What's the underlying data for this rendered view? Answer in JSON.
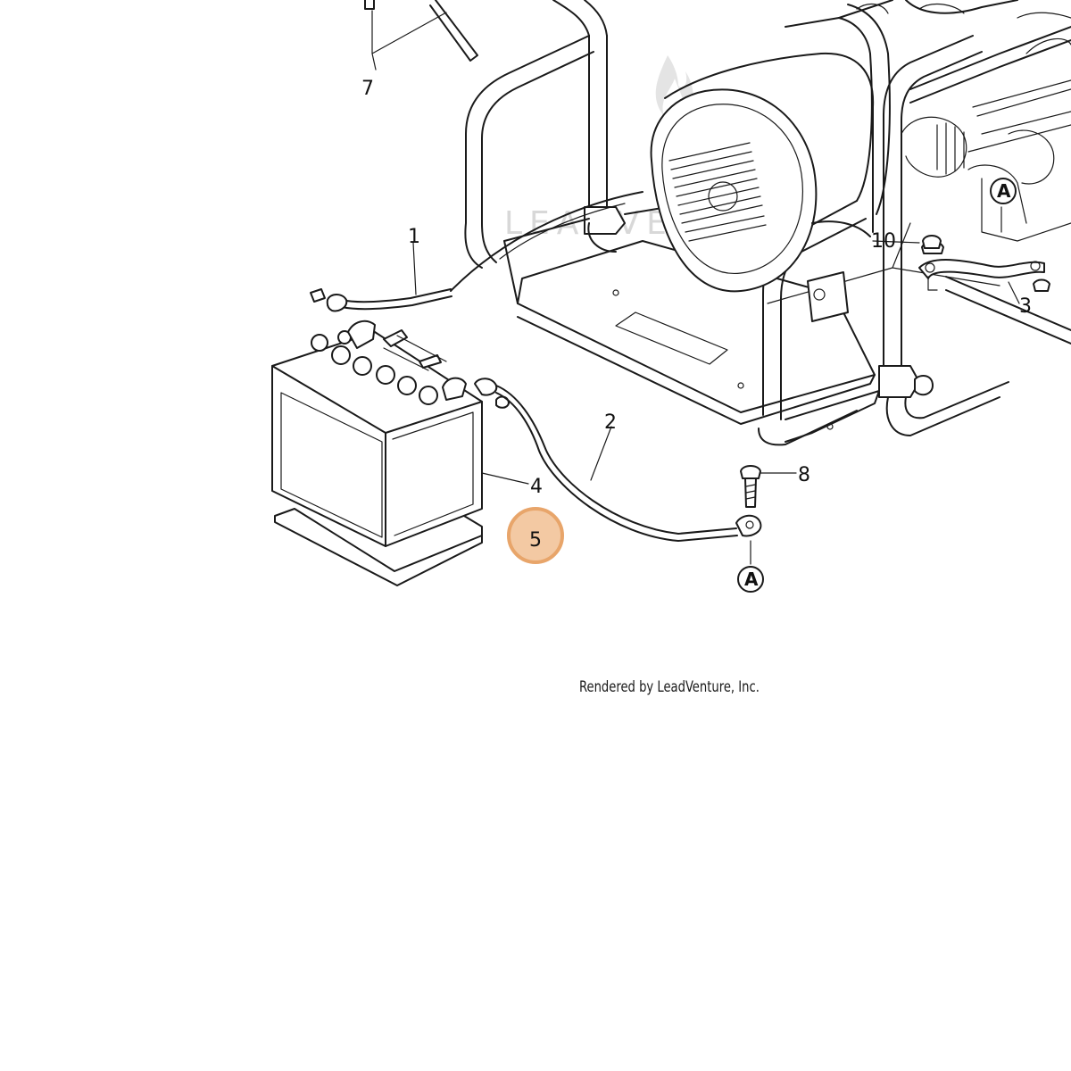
{
  "watermark": {
    "text": "LEADVENTURE"
  },
  "callouts": {
    "c1": "1",
    "c2": "2",
    "c3": "3",
    "c4": "4",
    "c5": "5",
    "c7": "7",
    "c8": "8",
    "c10": "10"
  },
  "reference_markers": {
    "a_upper": "A",
    "a_lower": "A"
  },
  "highlight": {
    "callout": "5",
    "color": "#e8a56a"
  },
  "credit": "Rendered by LeadVenture, Inc."
}
